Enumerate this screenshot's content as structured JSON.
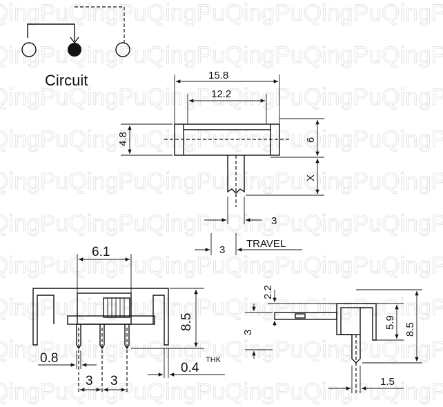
{
  "watermark": "QingPu",
  "circuit_label": "Circuit",
  "dims": {
    "top_width_outer": "15.8",
    "top_width_inner": "12.2",
    "body_height": "4.8",
    "side_height": "6",
    "actuator_x": "X",
    "actuator_width": "3",
    "travel_value": "3",
    "travel_label": "TRAVEL",
    "front_top_width": "6.1",
    "front_height": "8.5",
    "pin_width": "0.8",
    "pin_pitch_1": "3",
    "pin_pitch_2": "3",
    "thickness_value": "0.4",
    "thickness_unit": "THK",
    "side_top_offset": "2.2",
    "side_lead_height": "3",
    "side_body_height": "5.9",
    "side_total_height": "8.5",
    "side_bottom_width": "1.5"
  }
}
